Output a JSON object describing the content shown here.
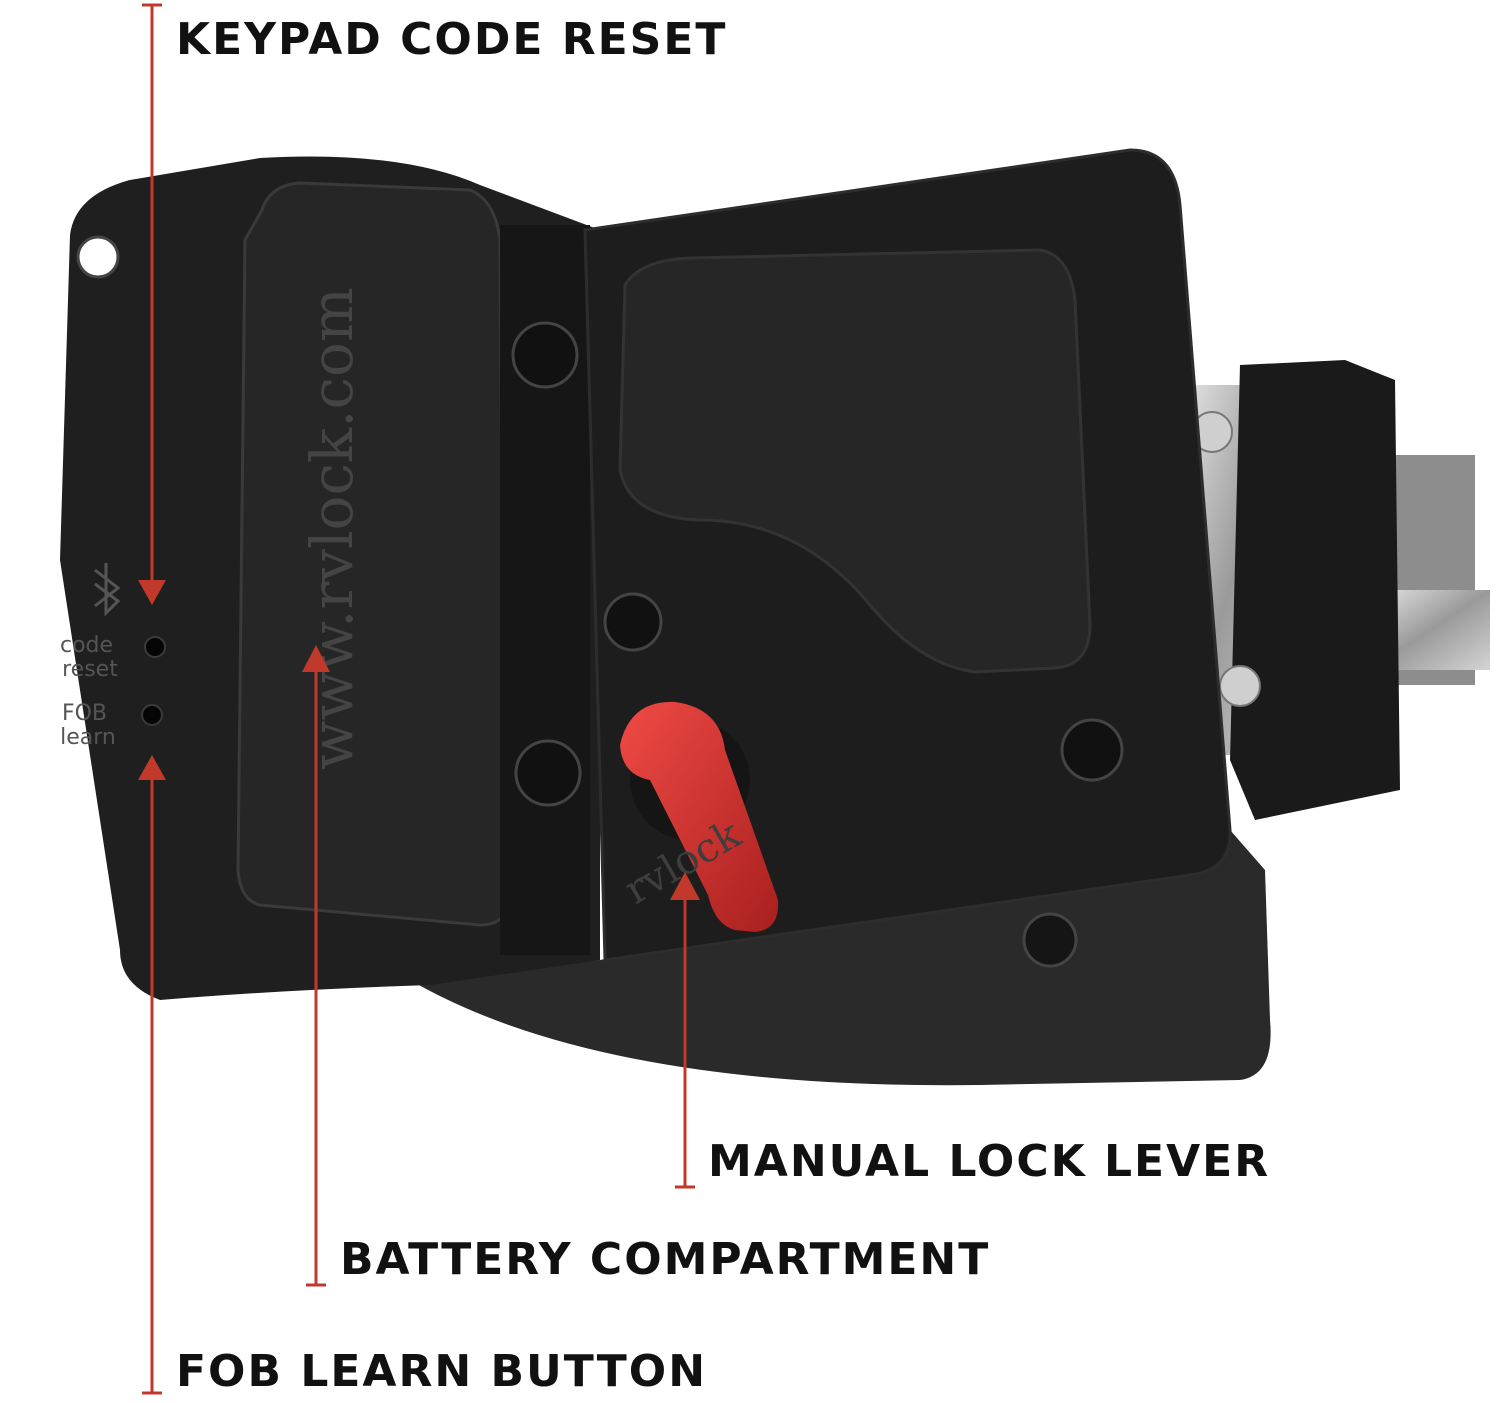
{
  "callouts": {
    "keypad_code_reset": "KEYPAD CODE RESET",
    "manual_lock_lever": "MANUAL LOCK LEVER",
    "battery_compartment": "BATTERY COMPARTMENT",
    "fob_learn_button": "FOB LEARN BUTTON"
  },
  "product": {
    "url_text": "www.rvlock.com",
    "code_reset_label": "code\nreset",
    "fob_learn_label": "FOB\nlearn",
    "brand_mark": "rvlock"
  },
  "colors": {
    "callout_line": "#c0392b",
    "lock_body": "#1c1c1c",
    "lever": "#d6302e",
    "strike_metal": "#b9b9b9"
  }
}
